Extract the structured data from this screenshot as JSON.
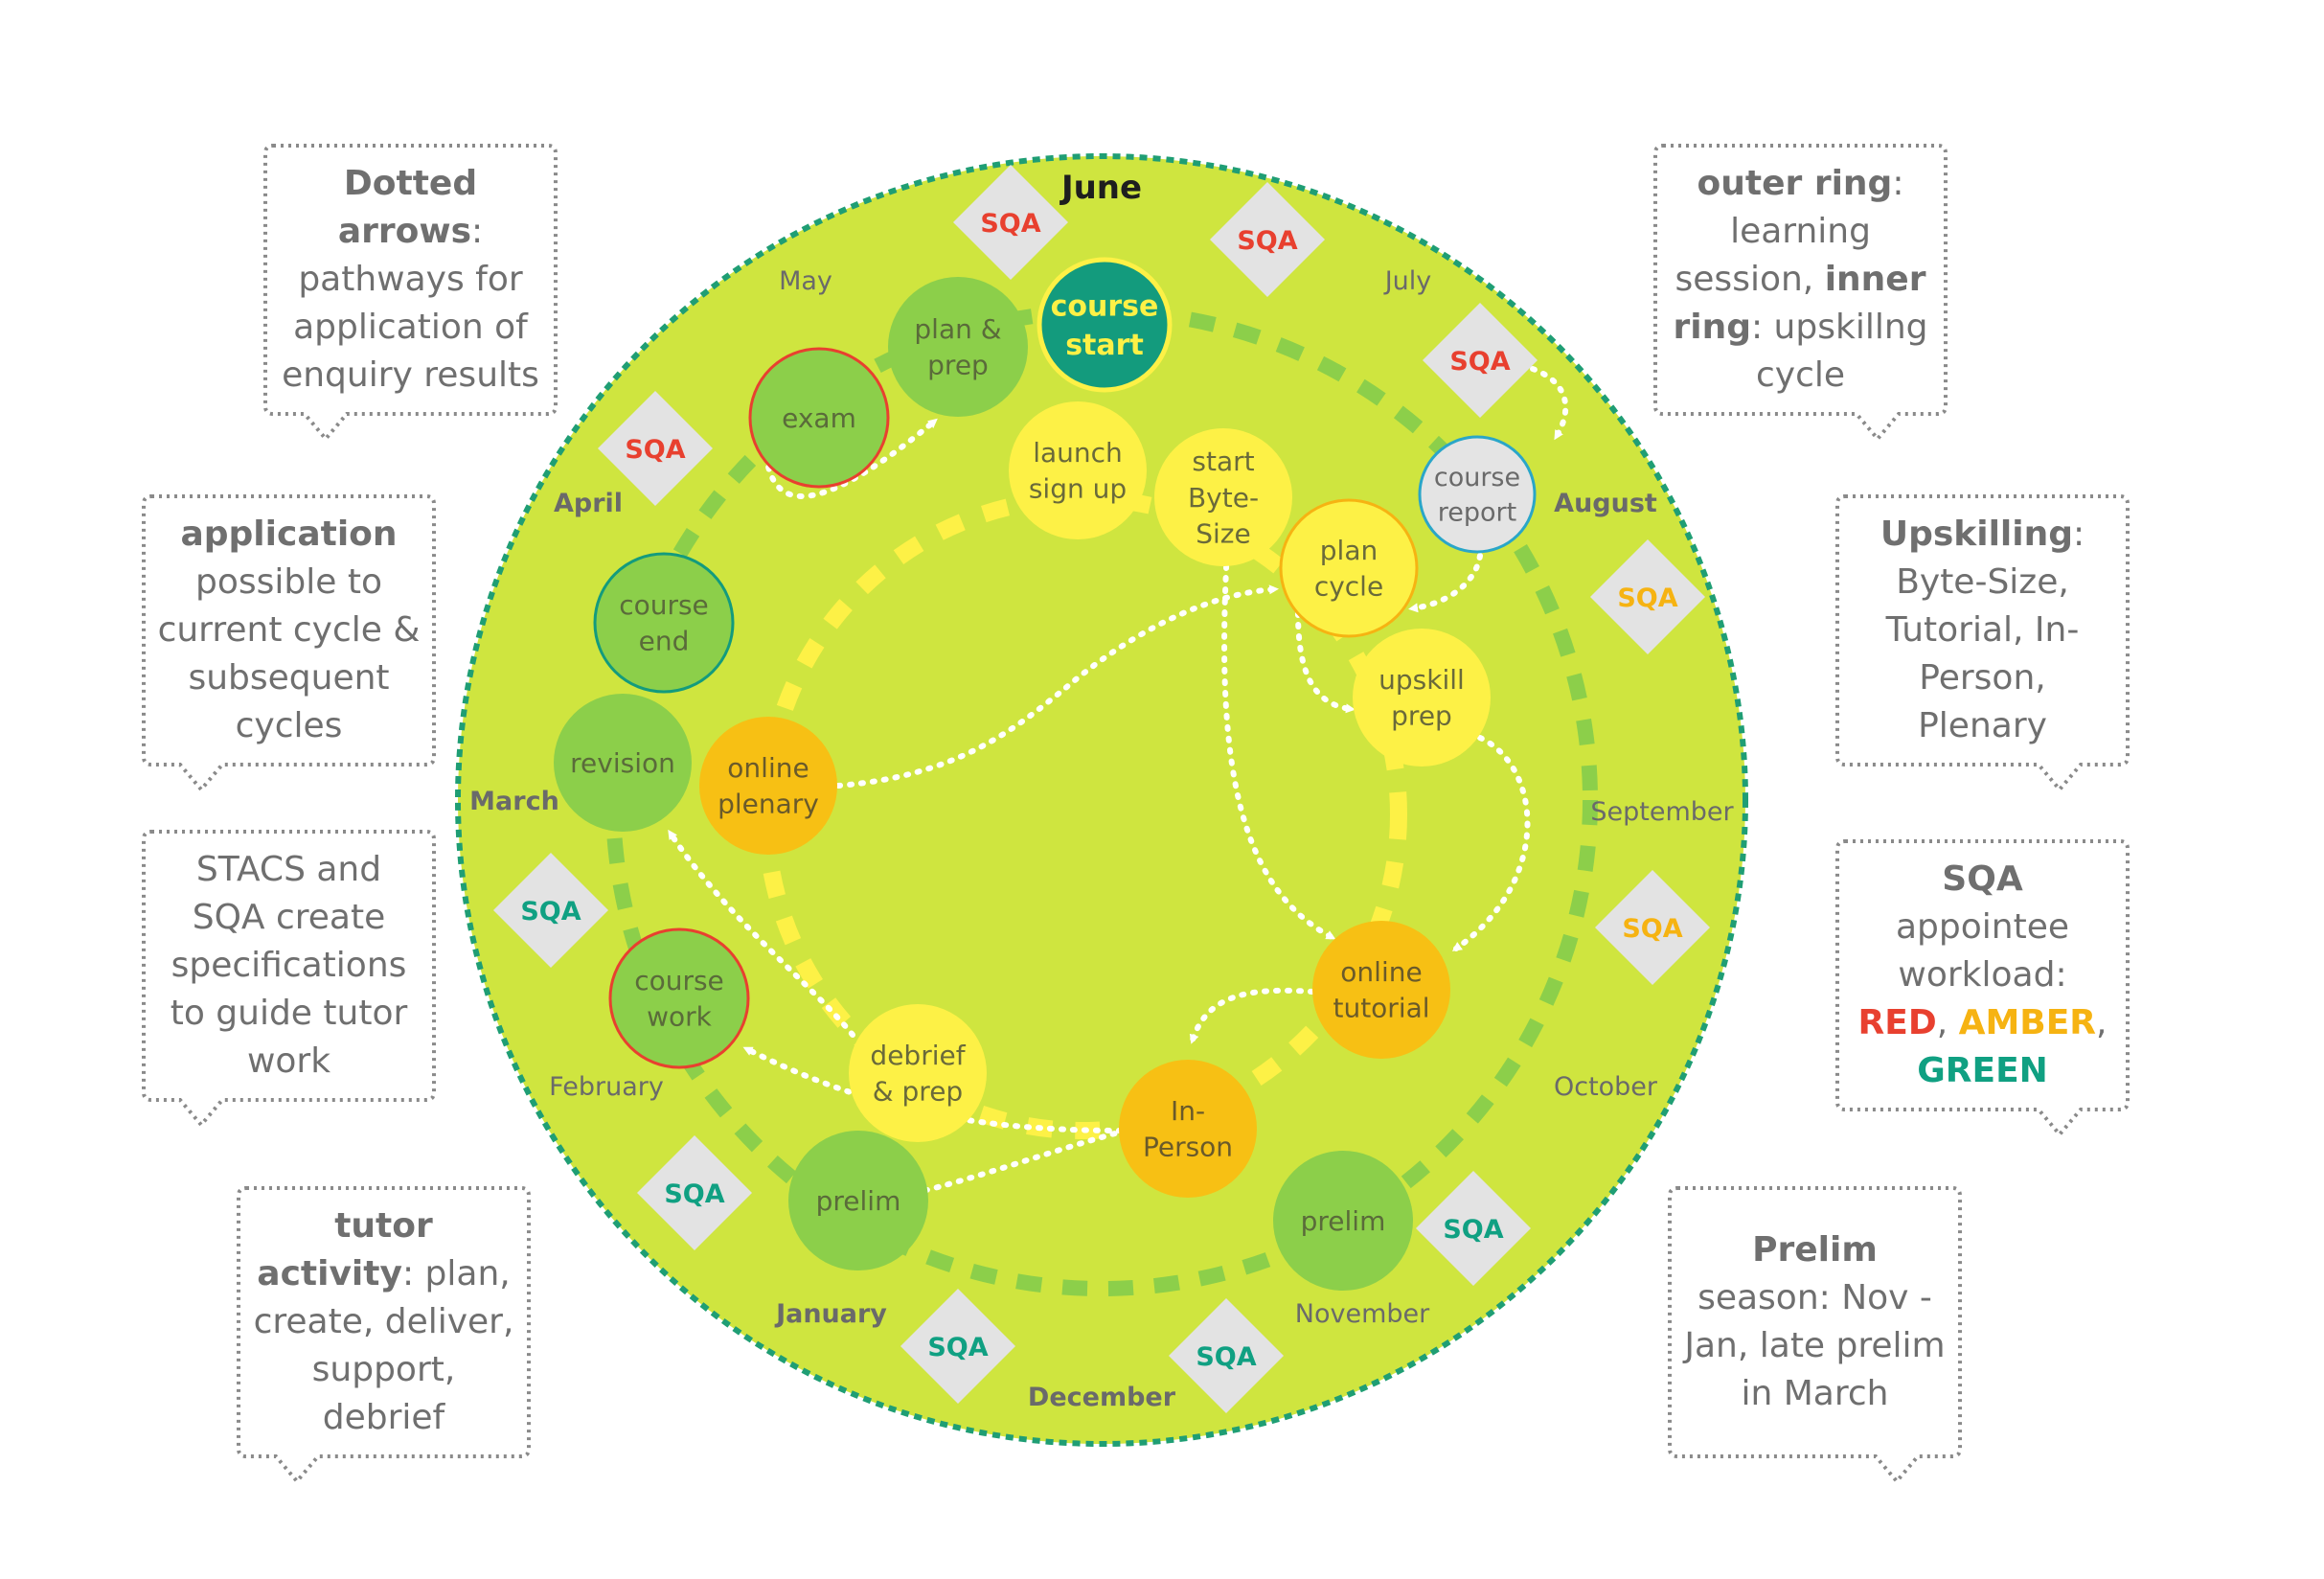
{
  "months": {
    "june": "June",
    "july": "July",
    "august": "August",
    "september": "September",
    "october": "October",
    "november": "November",
    "december": "December",
    "january": "January",
    "february": "February",
    "march": "March",
    "april": "April",
    "may": "May"
  },
  "sqa_label": "SQA",
  "nodes": {
    "course_start": [
      "course",
      "start"
    ],
    "plan_prep": [
      "plan &",
      "prep"
    ],
    "exam": [
      "exam"
    ],
    "course_end": [
      "course",
      "end"
    ],
    "revision": [
      "revision"
    ],
    "course_work": [
      "course",
      "work"
    ],
    "prelim_jan": [
      "prelim"
    ],
    "prelim_nov": [
      "prelim"
    ],
    "course_report": [
      "course",
      "report"
    ],
    "launch_sign_up": [
      "launch",
      "sign up"
    ],
    "start_byte_size": [
      "start",
      "Byte-",
      "Size"
    ],
    "plan_cycle": [
      "plan",
      "cycle"
    ],
    "upskill_prep": [
      "upskill",
      "prep"
    ],
    "online_plenary": [
      "online",
      "plenary"
    ],
    "online_tutorial": [
      "online",
      "tutorial"
    ],
    "in_person": [
      "In-",
      "Person"
    ],
    "debrief_prep": [
      "debrief",
      "& prep"
    ]
  },
  "callouts": {
    "dotted_arrows": {
      "bold": "Dotted arrows",
      "rest": ": pathways for application of enquiry results"
    },
    "application": {
      "bold": "application",
      "rest": " possible to current cycle & subsequent cycles"
    },
    "stacs": {
      "text": "STACS and SQA create specifications to guide tutor work"
    },
    "tutor_activity": {
      "bold": "tutor activity",
      "rest": ": plan, create, deliver, support, debrief"
    },
    "outer_ring": {
      "bold1": "outer ring",
      "mid": ": learning session, ",
      "bold2": "inner ring",
      "rest": ": upskillng cycle"
    },
    "upskilling": {
      "bold": "Upskilling",
      "rest": ": Byte-Size, Tutorial, In-Person, Plenary"
    },
    "sqa_workload": {
      "bold": "SQA",
      "rest": " appointee workload:",
      "red": "RED",
      "sep1": ", ",
      "amber": "AMBER",
      "sep2": ",",
      "green": "GREEN"
    },
    "prelim_season": {
      "bold": "Prelim",
      "rest": " season: Nov - Jan, late prelim in March"
    }
  },
  "colors": {
    "disc": "#cfe53f",
    "disc_border": "#1f9e74",
    "outer_node": "#8ccf4a",
    "teal": "#139b7d",
    "yellow_node": "#fdf146",
    "amber_node": "#f7c014",
    "sqa_red": "#e8402f",
    "sqa_amber": "#f6b312",
    "sqa_green": "#10a082",
    "diamond": "#e3e3e3",
    "callout_border": "#8a8a8a"
  }
}
